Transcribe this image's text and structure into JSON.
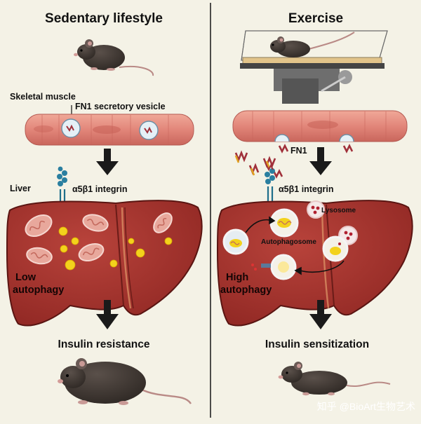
{
  "left_panel": {
    "title": "Sedentary lifestyle",
    "muscle_label": "Skeletal muscle",
    "vesicle_label": "FN1 secretory vesicle",
    "liver_label": "Liver",
    "integrin_label": "α5β1 integrin",
    "autophagy_line1": "Low",
    "autophagy_line2": "autophagy",
    "outcome": "Insulin resistance"
  },
  "right_panel": {
    "title": "Exercise",
    "fn1_label": "FN1",
    "integrin_label": "α5β1 integrin",
    "lysosome_label": "Lysosome",
    "autophagosome_label": "Autophagosome",
    "autophagy_line1": "High",
    "autophagy_line2": "autophagy",
    "outcome": "Insulin sensitization"
  },
  "watermark": "知乎 @BioArt生物艺术",
  "colors": {
    "background": "#f4f2e6",
    "liver": "#a8322e",
    "muscle": "#e2867a",
    "mitochondria": "#e8a89c",
    "lipid": "#f3d21c",
    "integrin": "#1f6f8b"
  }
}
